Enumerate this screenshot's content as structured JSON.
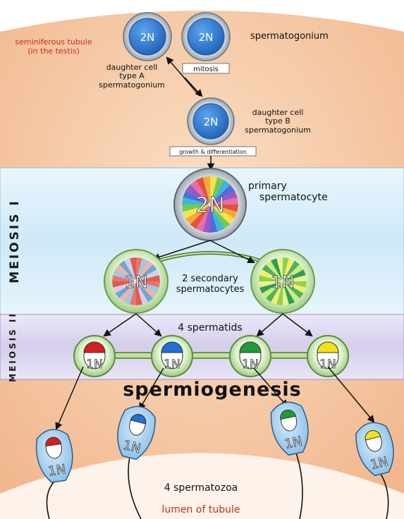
{
  "labels": {
    "tubule": [
      "seminiferous tubule",
      "(in the testis)"
    ],
    "spermatogonium": "spermatogonium",
    "daughter_a": [
      "daughter cell",
      "type A",
      "spermatogonium"
    ],
    "mitosis": "mitosis",
    "daughter_b": [
      "daughter cell",
      "type B",
      "spermatogonium"
    ],
    "growth": "growth & differentiation",
    "primary": [
      "primary",
      "spermatocyte"
    ],
    "secondary": [
      "2 secondary",
      "spermatocytes"
    ],
    "spermatids": "4 spermatids",
    "spermiogenesis": "spermiogenesis",
    "spermatozoa": "4 spermatozoa",
    "lumen": "lumen of tubule"
  },
  "side_labels": {
    "meiosis1": "MEIOSIS I",
    "meiosis2": "MEIOSIS II"
  },
  "cells": {
    "spermatogonium_a": "2N",
    "spermatogonium_b": "2N",
    "daughter_b": "2N",
    "primary": "2N",
    "secondary_left": "1N",
    "secondary_right": "1N",
    "spermatid": "1N",
    "sperm": "1N"
  },
  "colors": {
    "background_tubule": "#f6c9a3",
    "meiosis1_band": "#d5ecfa",
    "meiosis2_band": "#d9d3ee",
    "lumen": "#fdf3ea",
    "nucleus_blue": "#2e7fd6",
    "cell_green": "#d3edc0",
    "sperm_head": "#b9dbf5",
    "caps": [
      "#d61f1f",
      "#1f6fd6",
      "#1f9a3a",
      "#f0e21a"
    ]
  }
}
